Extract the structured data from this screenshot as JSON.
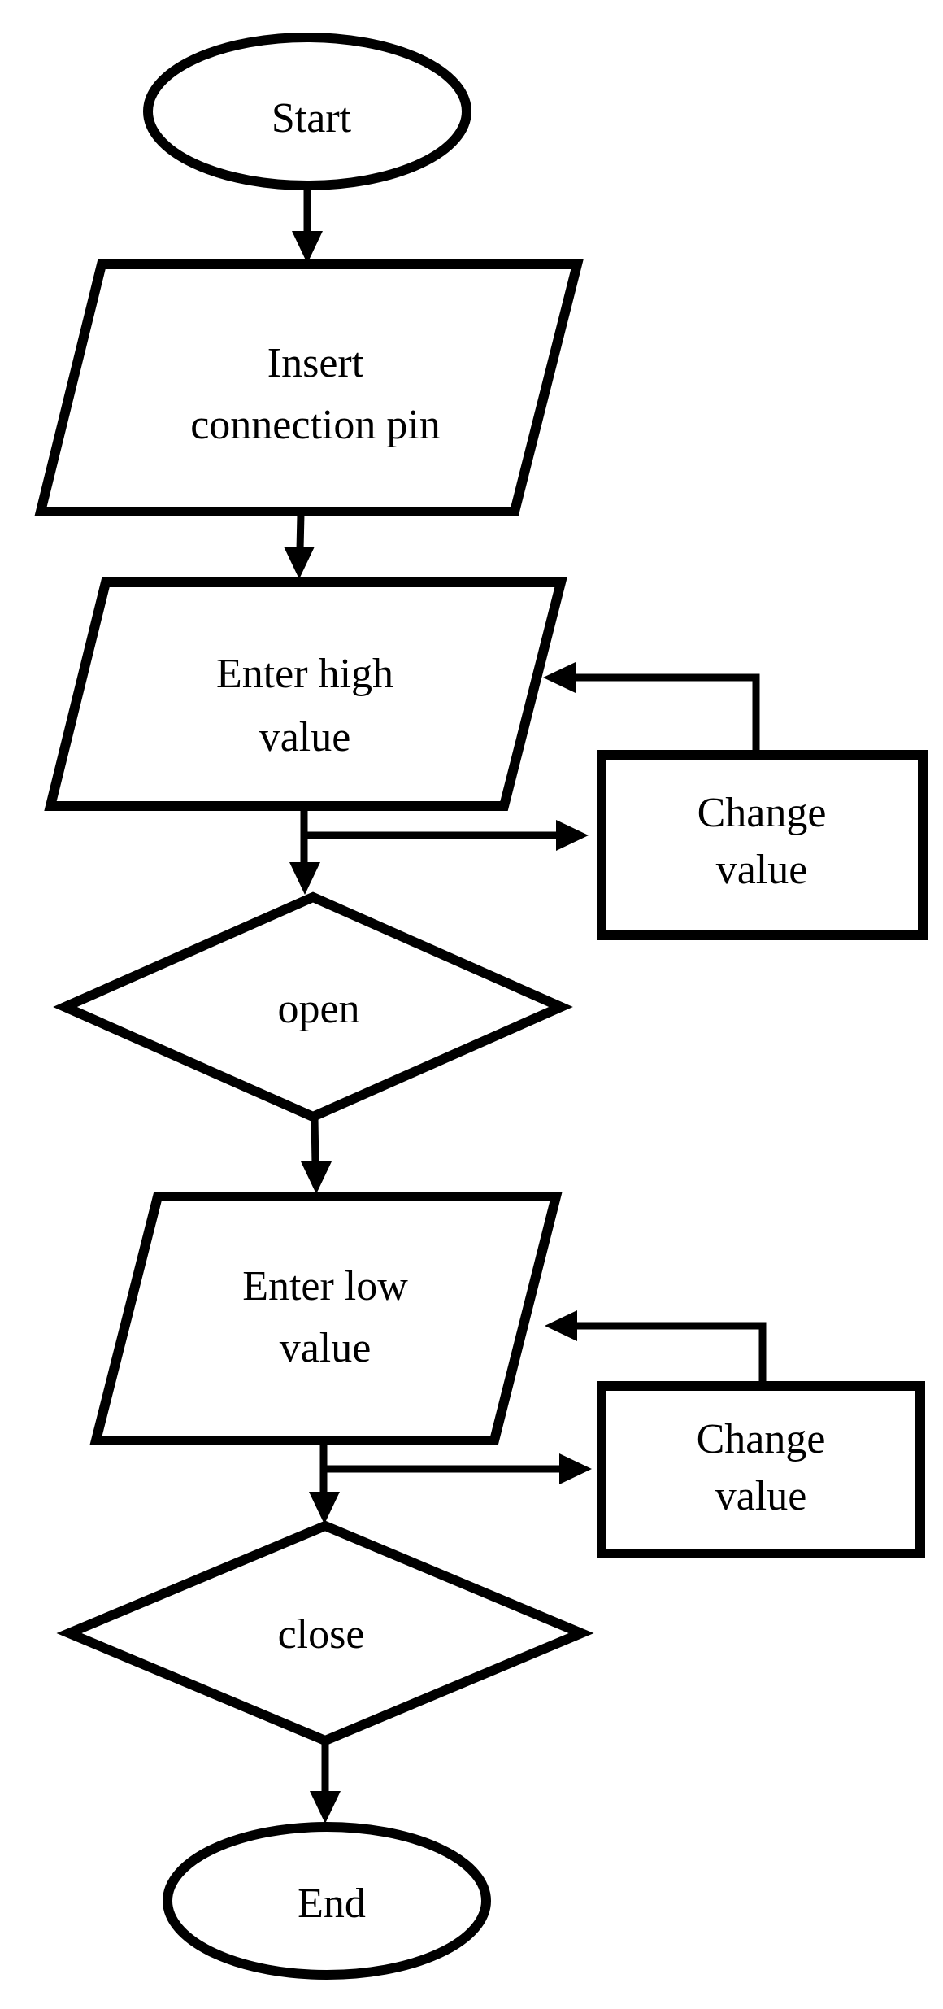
{
  "diagram": {
    "type": "flowchart",
    "colors": {
      "stroke": "#000000",
      "shape_fill": "#ffffff",
      "text": "#000000",
      "background": "#ffffff"
    },
    "nodes": [
      {
        "id": "start",
        "shape": "ellipse",
        "role": "terminator",
        "label": "Start"
      },
      {
        "id": "insert-connection-pin",
        "shape": "parallelogram",
        "role": "input",
        "label": "Insert connection pin",
        "lines": [
          "Insert",
          "connection pin"
        ]
      },
      {
        "id": "enter-high-value",
        "shape": "parallelogram",
        "role": "input",
        "label": "Enter high value",
        "lines": [
          "Enter high",
          "value"
        ]
      },
      {
        "id": "change-value-high",
        "shape": "rectangle",
        "role": "process",
        "label": "Change value",
        "lines": [
          "Change",
          "value"
        ]
      },
      {
        "id": "open",
        "shape": "diamond",
        "role": "decision",
        "label": "open"
      },
      {
        "id": "enter-low-value",
        "shape": "parallelogram",
        "role": "input",
        "label": "Enter low value",
        "lines": [
          "Enter low",
          "value"
        ]
      },
      {
        "id": "change-value-low",
        "shape": "rectangle",
        "role": "process",
        "label": "Change value",
        "lines": [
          "Change",
          "value"
        ]
      },
      {
        "id": "close",
        "shape": "diamond",
        "role": "decision",
        "label": "close"
      },
      {
        "id": "end",
        "shape": "ellipse",
        "role": "terminator",
        "label": "End"
      }
    ],
    "edges": [
      {
        "from": "start",
        "to": "insert-connection-pin"
      },
      {
        "from": "insert-connection-pin",
        "to": "enter-high-value"
      },
      {
        "from": "enter-high-value",
        "to": "open"
      },
      {
        "from": "enter-high-value",
        "to": "change-value-high"
      },
      {
        "from": "change-value-high",
        "to": "enter-high-value"
      },
      {
        "from": "open",
        "to": "enter-low-value"
      },
      {
        "from": "enter-low-value",
        "to": "close"
      },
      {
        "from": "enter-low-value",
        "to": "change-value-low"
      },
      {
        "from": "change-value-low",
        "to": "enter-low-value"
      },
      {
        "from": "close",
        "to": "end"
      }
    ]
  }
}
